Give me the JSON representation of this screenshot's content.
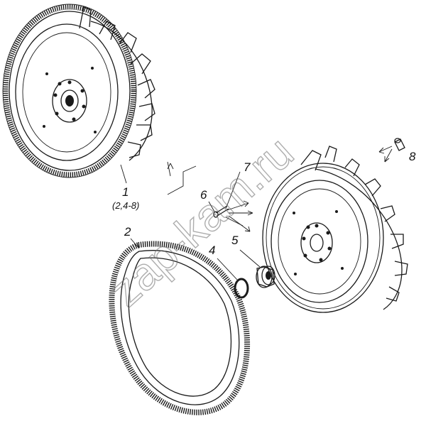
{
  "diagram": {
    "callouts": [
      {
        "id": "1",
        "label": "1"
      },
      {
        "id": "1-sub",
        "label": "(2,4-8)"
      },
      {
        "id": "2",
        "label": "2"
      },
      {
        "id": "4",
        "label": "4"
      },
      {
        "id": "5",
        "label": "5"
      },
      {
        "id": "6",
        "label": "6"
      },
      {
        "id": "7",
        "label": "7"
      },
      {
        "id": "8",
        "label": "8"
      }
    ],
    "watermark": "zap-kam.ru"
  },
  "colors": {
    "ink": "#1a1a1a",
    "watermark": "#6b6b6b",
    "background": "#ffffff"
  }
}
